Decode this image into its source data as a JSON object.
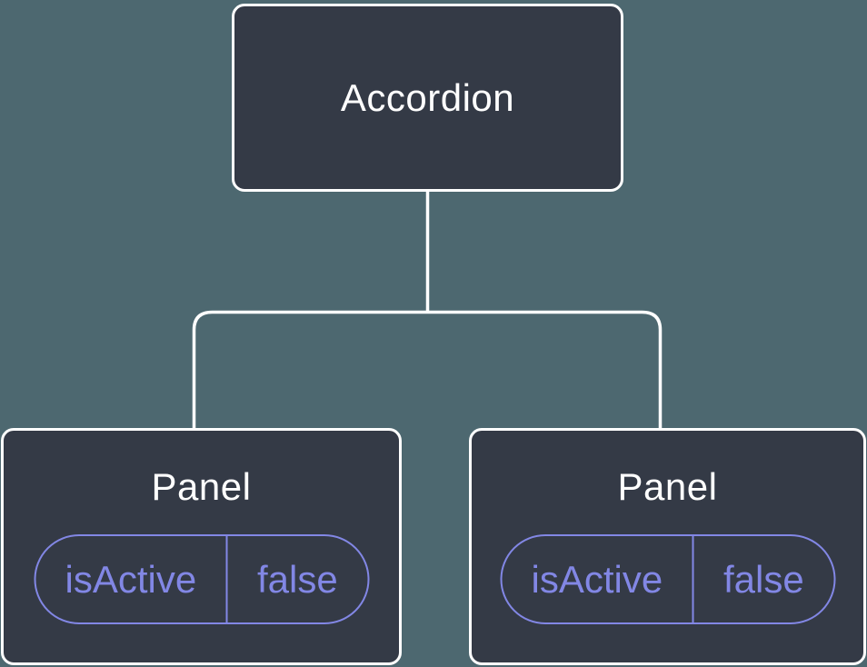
{
  "tree": {
    "root": {
      "label": "Accordion"
    },
    "panels": [
      {
        "label": "Panel",
        "state": {
          "key": "isActive",
          "value": "false"
        }
      },
      {
        "label": "Panel",
        "state": {
          "key": "isActive",
          "value": "false"
        }
      }
    ]
  },
  "colors": {
    "page_bg": "#4d6870",
    "node_bg": "#343a46",
    "node_border": "#ffffff",
    "node_text": "#ffffff",
    "connector": "#ffffff",
    "state_accent": "#8287e5"
  }
}
